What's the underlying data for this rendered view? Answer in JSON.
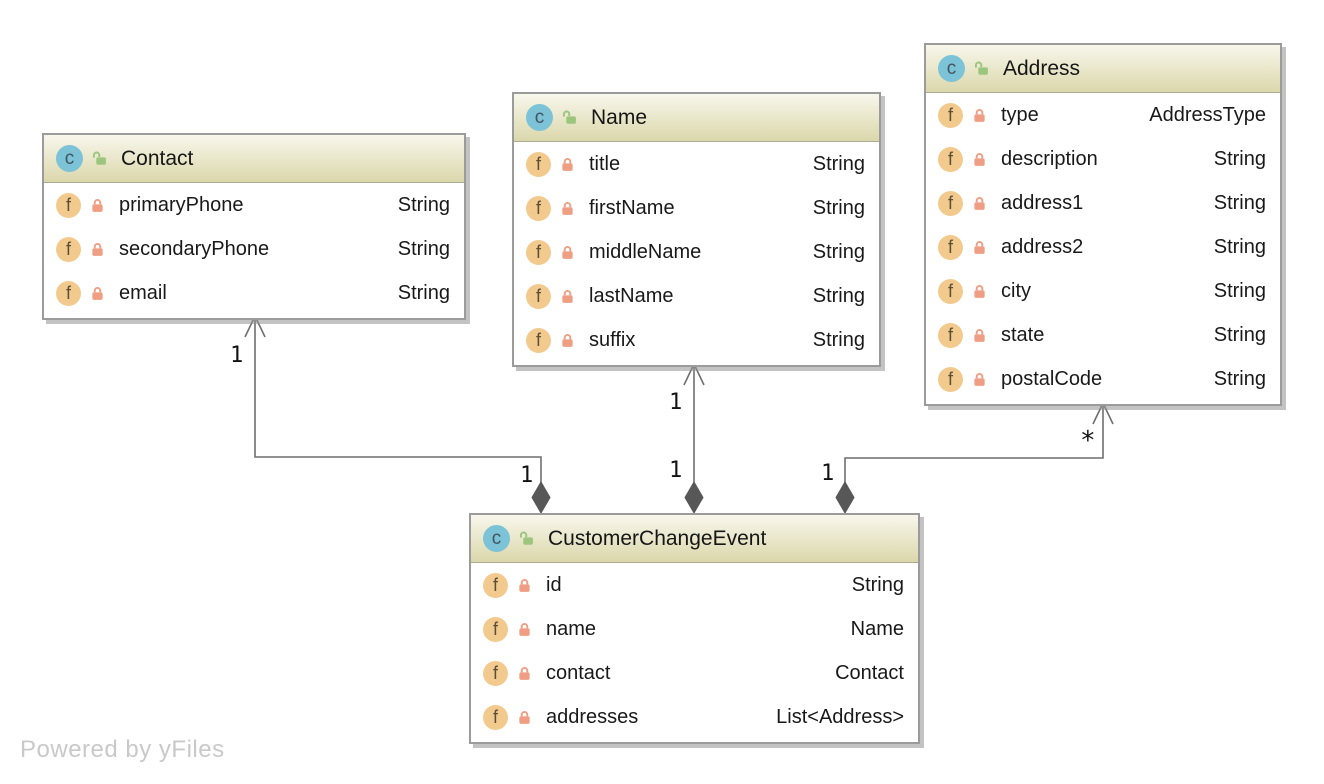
{
  "watermark": "Powered by yFiles",
  "icons": {
    "class_letter": "c",
    "field_letter": "f"
  },
  "palette": {
    "class_icon_bg": "#7cc3d7",
    "field_icon_bg": "#f3ca8d",
    "unlocked_icon": "#9cc67e",
    "locked_icon": "#ef9e84",
    "header_gradient_top": "#f8f7ec",
    "header_gradient_bottom": "#dbd7ab",
    "node_border": "#9b9b9b",
    "edge_color": "#6f6f6f",
    "diamond_color": "#575757",
    "text_color": "#191919",
    "watermark_color": "#c9c9c9"
  },
  "classes": [
    {
      "name": "Contact",
      "fields": [
        {
          "name": "primaryPhone",
          "type": "String"
        },
        {
          "name": "secondaryPhone",
          "type": "String"
        },
        {
          "name": "email",
          "type": "String"
        }
      ]
    },
    {
      "name": "Name",
      "fields": [
        {
          "name": "title",
          "type": "String"
        },
        {
          "name": "firstName",
          "type": "String"
        },
        {
          "name": "middleName",
          "type": "String"
        },
        {
          "name": "lastName",
          "type": "String"
        },
        {
          "name": "suffix",
          "type": "String"
        }
      ]
    },
    {
      "name": "Address",
      "fields": [
        {
          "name": "type",
          "type": "AddressType"
        },
        {
          "name": "description",
          "type": "String"
        },
        {
          "name": "address1",
          "type": "String"
        },
        {
          "name": "address2",
          "type": "String"
        },
        {
          "name": "city",
          "type": "String"
        },
        {
          "name": "state",
          "type": "String"
        },
        {
          "name": "postalCode",
          "type": "String"
        }
      ]
    },
    {
      "name": "CustomerChangeEvent",
      "fields": [
        {
          "name": "id",
          "type": "String"
        },
        {
          "name": "name",
          "type": "Name"
        },
        {
          "name": "contact",
          "type": "Contact"
        },
        {
          "name": "addresses",
          "type": "List<Address>"
        }
      ]
    }
  ],
  "edges": [
    {
      "source": "CustomerChangeEvent",
      "target": "Contact",
      "source_label": "1",
      "target_label": "1",
      "source_marker": "filled-diamond",
      "target_marker": "open-arrow"
    },
    {
      "source": "CustomerChangeEvent",
      "target": "Name",
      "source_label": "1",
      "target_label": "1",
      "source_marker": "filled-diamond",
      "target_marker": "open-arrow"
    },
    {
      "source": "CustomerChangeEvent",
      "target": "Address",
      "source_label": "1",
      "target_label": "*",
      "source_marker": "filled-diamond",
      "target_marker": "open-arrow"
    }
  ]
}
